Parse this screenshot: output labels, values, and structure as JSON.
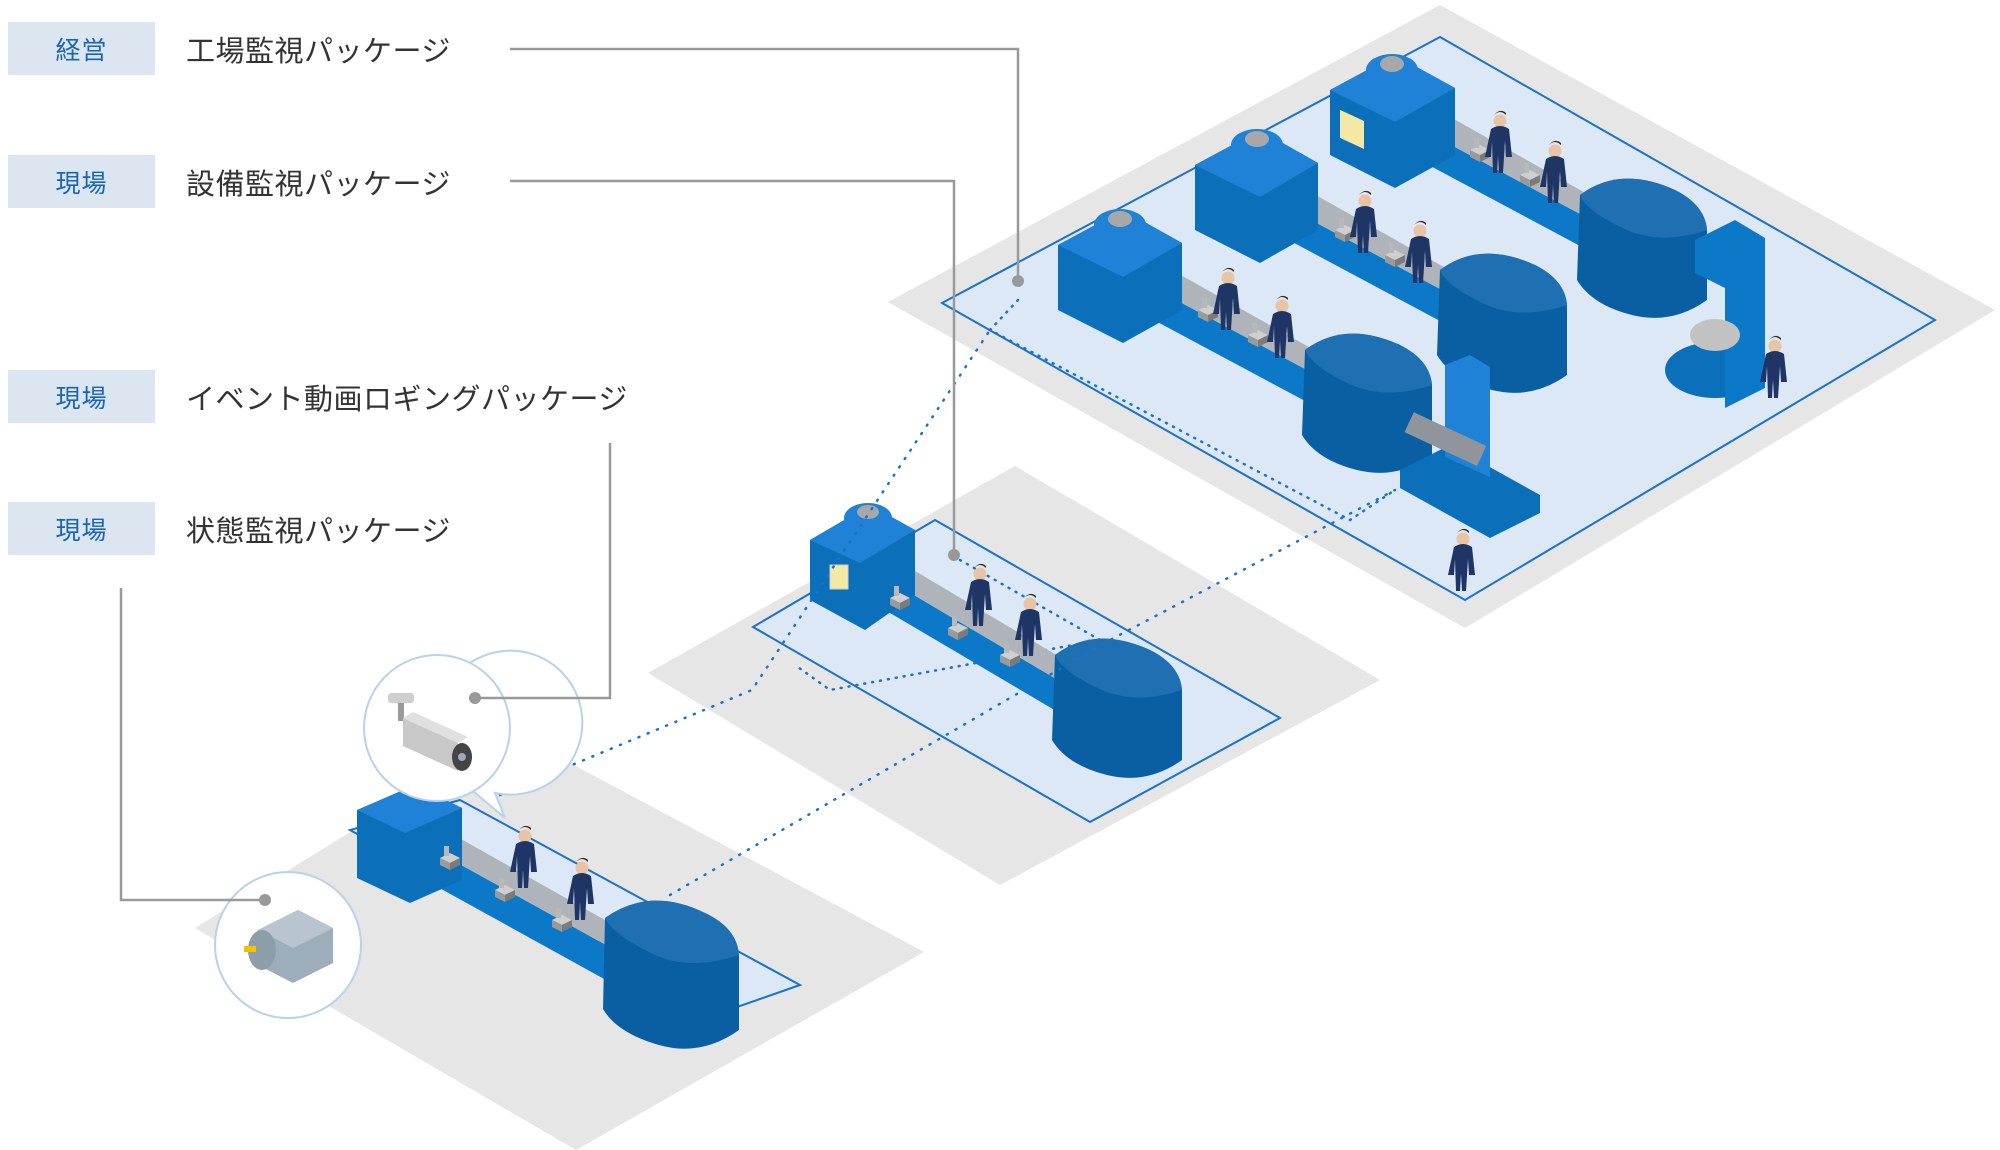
{
  "packages": [
    {
      "level": "経営",
      "name": "工場監視パッケージ",
      "target": "factory-floor"
    },
    {
      "level": "現場",
      "name": "設備監視パッケージ",
      "target": "production-line"
    },
    {
      "level": "現場",
      "name": "イベント動画ロギングパッケージ",
      "target": "surveillance-camera"
    },
    {
      "level": "現場",
      "name": "状態監視パッケージ",
      "target": "electric-motor"
    }
  ],
  "colors": {
    "tag_bg": "#dbe6f0",
    "tag_text": "#1a64b4",
    "label_text": "#333333",
    "connector": "#999999",
    "machine_blue": "#0b78c8",
    "machine_dark": "#0a5fa3",
    "floor_gray": "#e6e6e6",
    "floor_blue": "#dce8f5",
    "outline_blue": "#1a72c9",
    "worker": "#1e3566"
  }
}
